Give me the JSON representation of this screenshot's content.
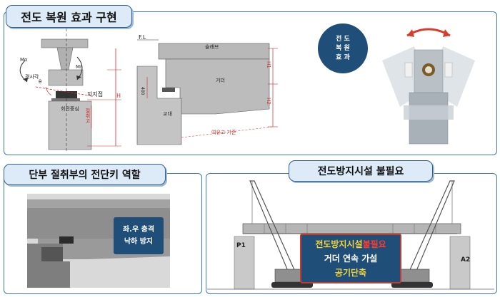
{
  "top_section": {
    "title": "전도 복원 효과 구현",
    "labels": {
      "mo": "Mo",
      "mr": "Mr",
      "angle": "경사각",
      "theta": "θ",
      "support_point": "지지점",
      "rotation_center": "회전중심",
      "cut_height": "절취고",
      "h": "H",
      "fl": "F.L",
      "slab": "슬래브",
      "girder": "거더",
      "abutment": "교대",
      "h1": "H1",
      "h2": "H2",
      "dim_400": "400",
      "clearance": "여유고 기준"
    },
    "badge": [
      "전 도",
      "복 원",
      "효 과"
    ],
    "colors": {
      "badge": "#1f4e79",
      "arrow": "#d93a2b",
      "frame": "#3a78b8"
    }
  },
  "bottom_left": {
    "title": "단부 절취부의 전단키 역할",
    "callout": [
      "좌.우 충격",
      "낙하 방지"
    ]
  },
  "bottom_right": {
    "title": "전도방지시설 불필요",
    "pier_left": "P1",
    "pier_right": "A2",
    "callout": {
      "line1_normal": "전도방지시설",
      "line1_red": "불필요",
      "line2": "거더 연속 가설",
      "line3": "공기단축"
    },
    "colors": {
      "callout_bg": "#1f4e79",
      "callout_border": "#c23b2e",
      "accent": "#f5d33a",
      "red": "#e13a2b"
    }
  }
}
